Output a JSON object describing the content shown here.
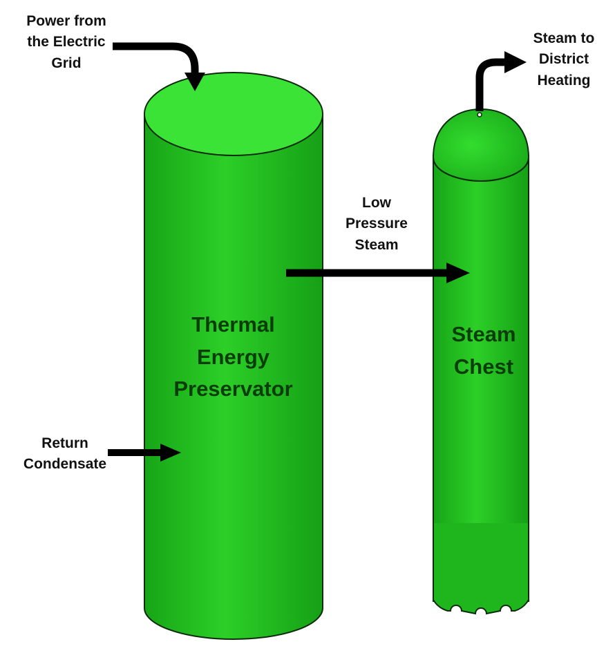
{
  "labels": {
    "power_input": [
      "Power from",
      "the Electric",
      "Grid"
    ],
    "steam_output": [
      "Steam to",
      "District",
      "Heating"
    ],
    "low_pressure_steam": [
      "Low",
      "Pressure",
      "Steam"
    ],
    "return_condensate": [
      "Return",
      "Condensate"
    ],
    "preservator": [
      "Thermal",
      "Energy",
      "Preservator"
    ],
    "steam_chest": [
      "Steam",
      "Chest"
    ]
  },
  "colors": {
    "tank_body": "#22c21e",
    "tank_top": "#3be337",
    "tank_shadow": "#129012",
    "tank_outline": "#0a2a0a",
    "arrow": "#000000",
    "tank_text": "#0b3d0b"
  }
}
